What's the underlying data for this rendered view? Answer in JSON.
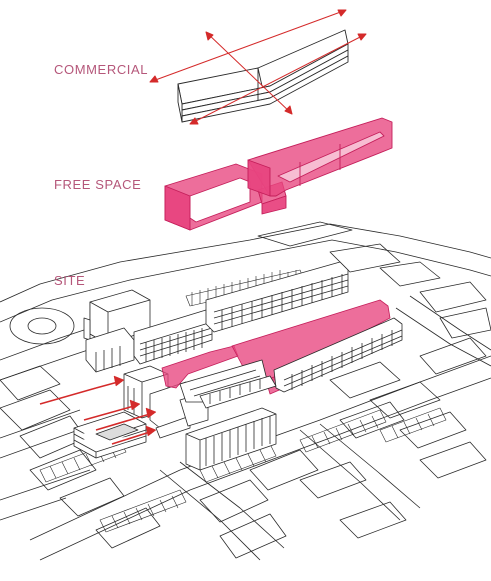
{
  "labels": {
    "commercial": "COMMERCIAL",
    "free_space": "FREE SPACE",
    "site": "SITE"
  },
  "colors": {
    "label": "#b5577a",
    "highlight_fill": "#e8457f",
    "highlight_stroke": "#c41e5a",
    "arrow": "#d42a2a",
    "line": "#2a2a2a"
  },
  "icons": {
    "arrow": "red-arrow-icon"
  }
}
